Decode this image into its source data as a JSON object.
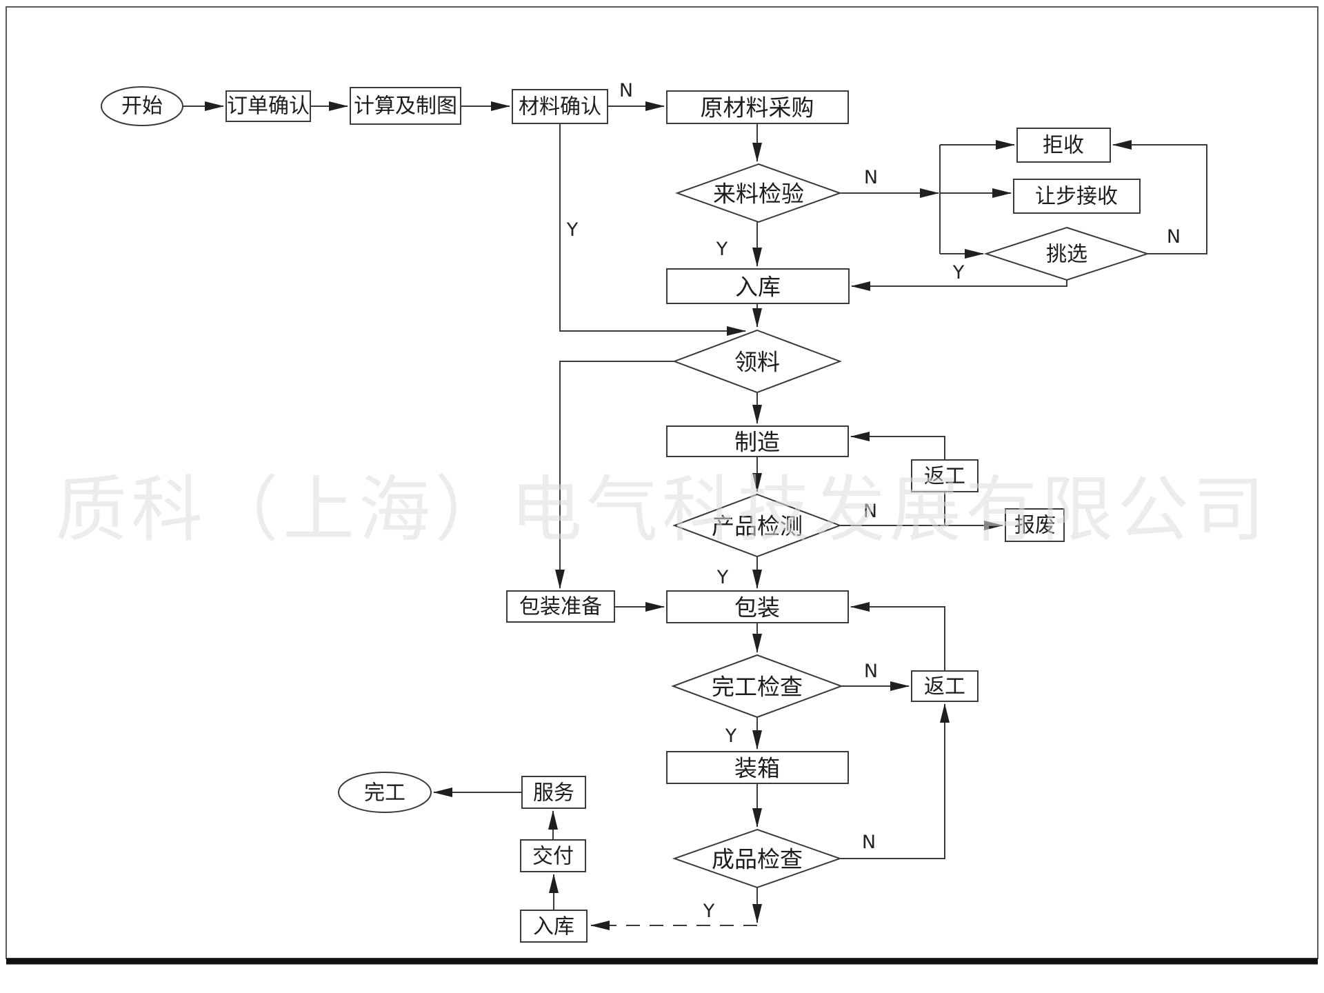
{
  "watermark": "质科（上海）电气科技发展有限公司",
  "branch": {
    "yes": "Y",
    "no": "N"
  },
  "colors": {
    "line": "#3a3a3a",
    "box_fill": "#ffffff",
    "watermark": "#dcdcdc",
    "text": "#1c1c1c"
  },
  "nodes": {
    "start": "开始",
    "order_confirm": "订单确认",
    "calc_draw": "计算及制图",
    "material_confirm": "材料确认",
    "raw_purchase": "原材料采购",
    "incoming_inspect": "来料检验",
    "reject": "拒收",
    "concession_accept": "让步接收",
    "sorting": "挑选",
    "warehouse_in_1": "入库",
    "material_requisition": "领料",
    "manufacture": "制造",
    "rework_1": "返工",
    "product_inspect": "产品检测",
    "scrap": "报废",
    "packaging_prep": "包装准备",
    "packaging": "包装",
    "completion_check": "完工检查",
    "rework_2": "返工",
    "boxing": "装箱",
    "final_inspect": "成品检查",
    "warehouse_in_2": "入库",
    "delivery": "交付",
    "service": "服务",
    "finish": "完工"
  }
}
